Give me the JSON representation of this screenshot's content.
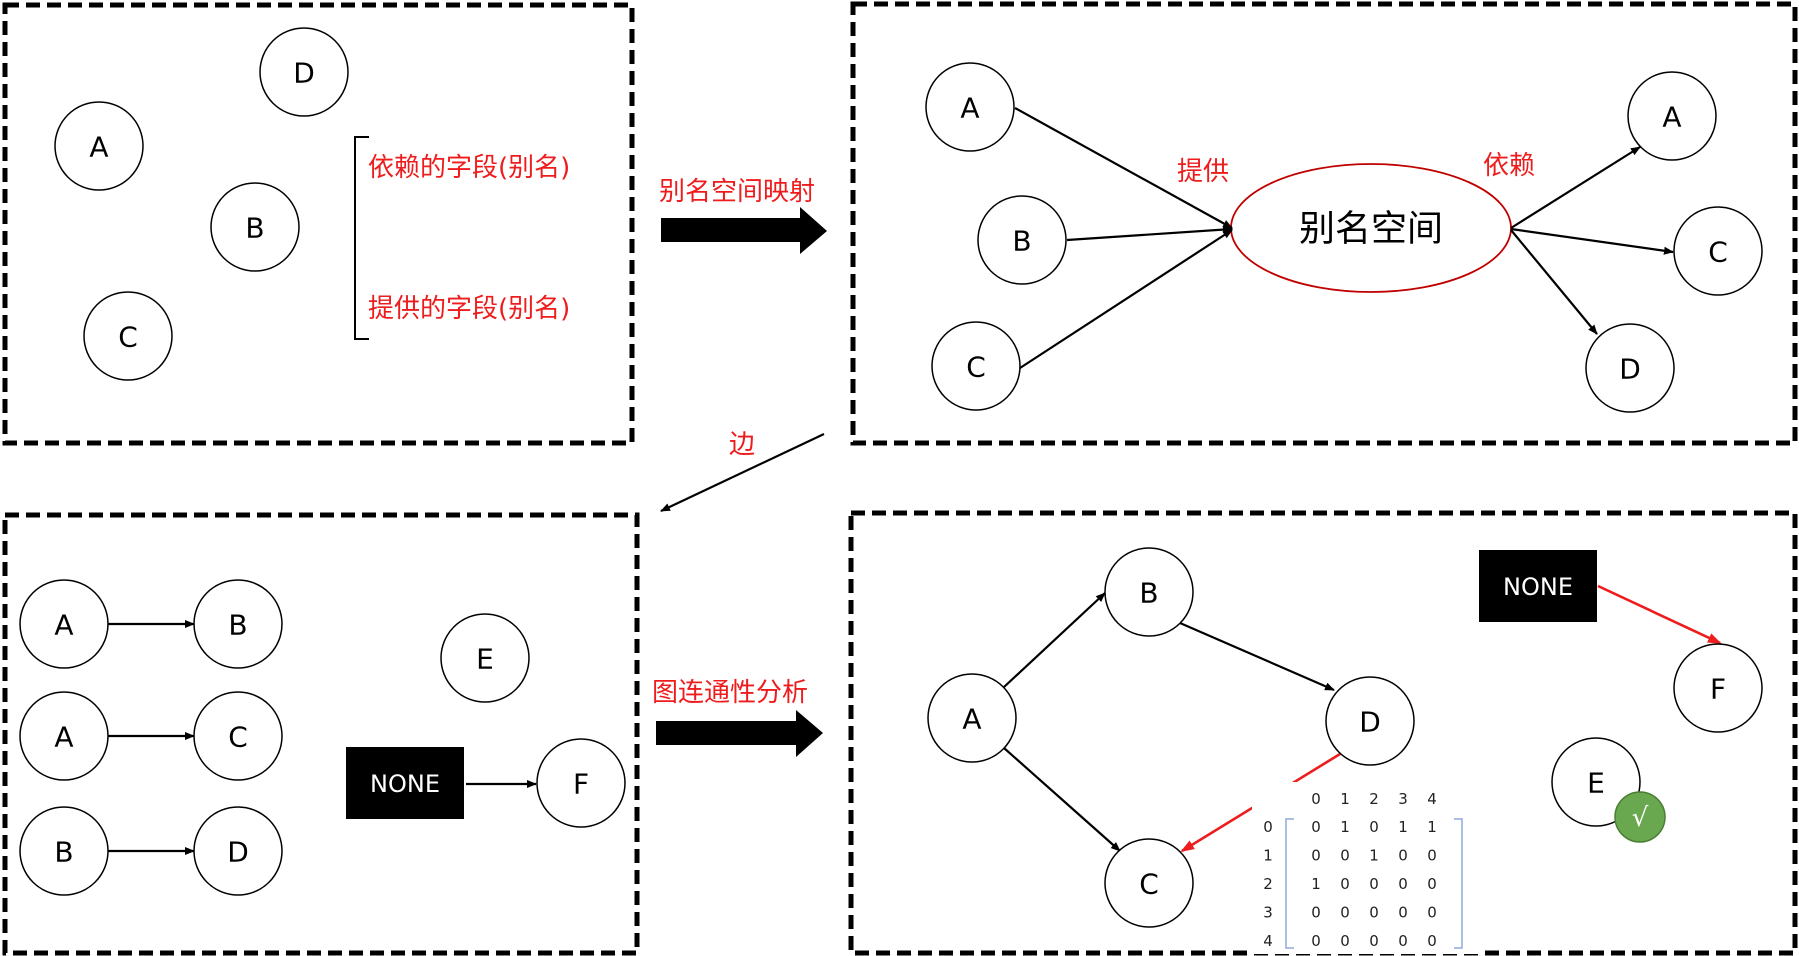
{
  "colors": {
    "accent_red": "#ee1c1c",
    "check_green": "#6aa84f",
    "matrix_bracket": "#8faadc"
  },
  "labels": {
    "dep_fields": "依赖的字段(别名)",
    "prov_fields": "提供的字段(别名)",
    "step1": "别名空间映射",
    "step2": "边",
    "step3": "图连通性分析",
    "alias_space": "别名空间",
    "provide": "提供",
    "depend": "依赖",
    "none": "NONE",
    "check": "√"
  },
  "nodes": {
    "A": "A",
    "B": "B",
    "C": "C",
    "D": "D",
    "E": "E",
    "F": "F"
  },
  "matrix": {
    "col_headers": [
      "0",
      "1",
      "2",
      "3",
      "4"
    ],
    "row_headers": [
      "0",
      "1",
      "2",
      "3",
      "4"
    ],
    "rows": [
      [
        "0",
        "1",
        "0",
        "1",
        "1"
      ],
      [
        "0",
        "0",
        "1",
        "0",
        "0"
      ],
      [
        "1",
        "0",
        "0",
        "0",
        "0"
      ],
      [
        "0",
        "0",
        "0",
        "0",
        "0"
      ],
      [
        "0",
        "0",
        "0",
        "0",
        "0"
      ]
    ]
  }
}
